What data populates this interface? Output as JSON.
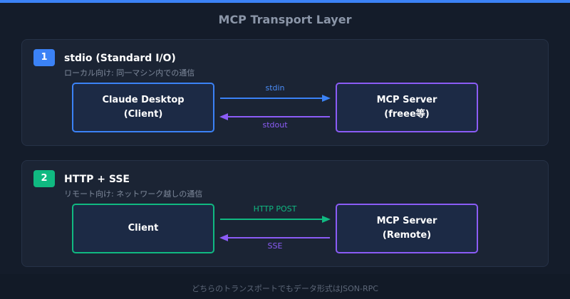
{
  "title": "MCP Transport Layer",
  "colors": {
    "accent_blue": "#3b82f6",
    "accent_purple": "#8b5cf6",
    "accent_green": "#10b981",
    "background": "#141c2a",
    "panel": "#1b2434"
  },
  "sections": [
    {
      "number": "1",
      "title": "stdio (Standard I/O)",
      "subtitle": "ローカル向け: 同一マシン内での通信",
      "left_box": {
        "line1": "Claude Desktop",
        "line2": "(Client)"
      },
      "right_box": {
        "line1": "MCP Server",
        "line2": "(freee等)"
      },
      "forward_label": "stdin",
      "back_label": "stdout"
    },
    {
      "number": "2",
      "title": "HTTP + SSE",
      "subtitle": "リモート向け: ネットワーク越しの通信",
      "left_box": {
        "line1": "Client"
      },
      "right_box": {
        "line1": "MCP Server",
        "line2": "(Remote)"
      },
      "forward_label": "HTTP POST",
      "back_label": "SSE"
    }
  ],
  "footer": "どちらのトランスポートでもデータ形式はJSON-RPC"
}
